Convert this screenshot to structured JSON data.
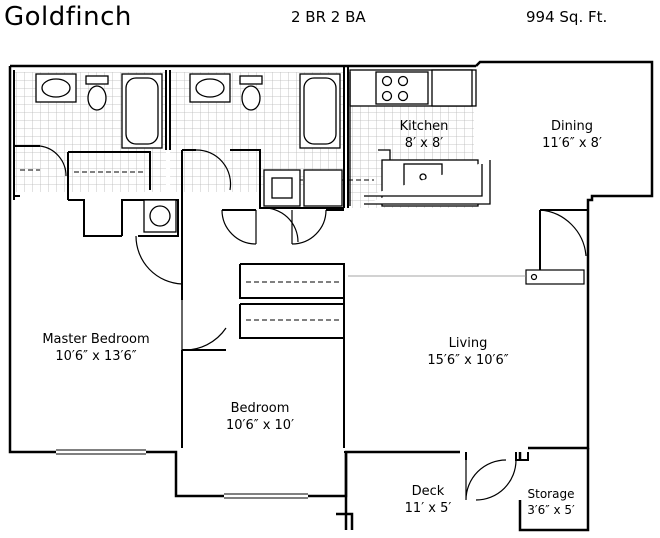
{
  "header": {
    "plan_name": "Goldfinch",
    "bed_bath": "2 BR 2 BA",
    "area": "994 Sq. Ft."
  },
  "rooms": {
    "kitchen": {
      "name": "Kitchen",
      "size": "8′ x 8′"
    },
    "dining": {
      "name": "Dining",
      "size": "11′6″ x 8′"
    },
    "master_bedroom": {
      "name": "Master Bedroom",
      "size": "10′6″ x 13′6″"
    },
    "living": {
      "name": "Living",
      "size": "15′6″ x 10′6″"
    },
    "bedroom": {
      "name": "Bedroom",
      "size": "10′6″ x 10′"
    },
    "deck": {
      "name": "Deck",
      "size": "11′ x 5′"
    },
    "storage": {
      "name": "Storage",
      "size": "3′6″ x 5′"
    }
  }
}
